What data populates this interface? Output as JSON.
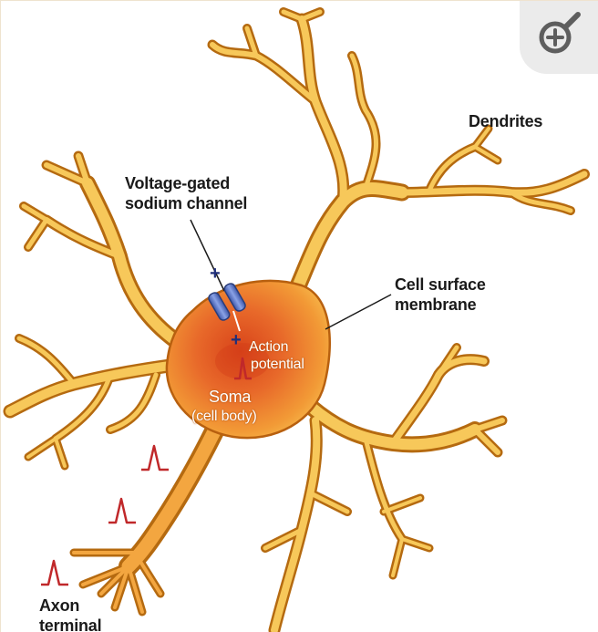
{
  "labels": {
    "dendrites": "Dendrites",
    "channel_line1": "Voltage-gated",
    "channel_line2": "sodium channel",
    "membrane_line1": "Cell surface",
    "membrane_line2": "membrane",
    "action_line1": "Action",
    "action_line2": "potential",
    "soma_line1": "Soma",
    "soma_line2": "(cell body)",
    "axon_line1": "Axon",
    "axon_line2": "terminal",
    "plus_top": "+",
    "plus_bottom": "+"
  },
  "zoom_button": {
    "icon": "zoom-in-icon"
  },
  "colors": {
    "dendrite_fill": "#f7c85a",
    "dendrite_stroke": "#b56a10",
    "soma_core": "#e0571a",
    "soma_edge": "#f0a23a",
    "spike": "#c0282a",
    "channel": "#5a78c8"
  }
}
